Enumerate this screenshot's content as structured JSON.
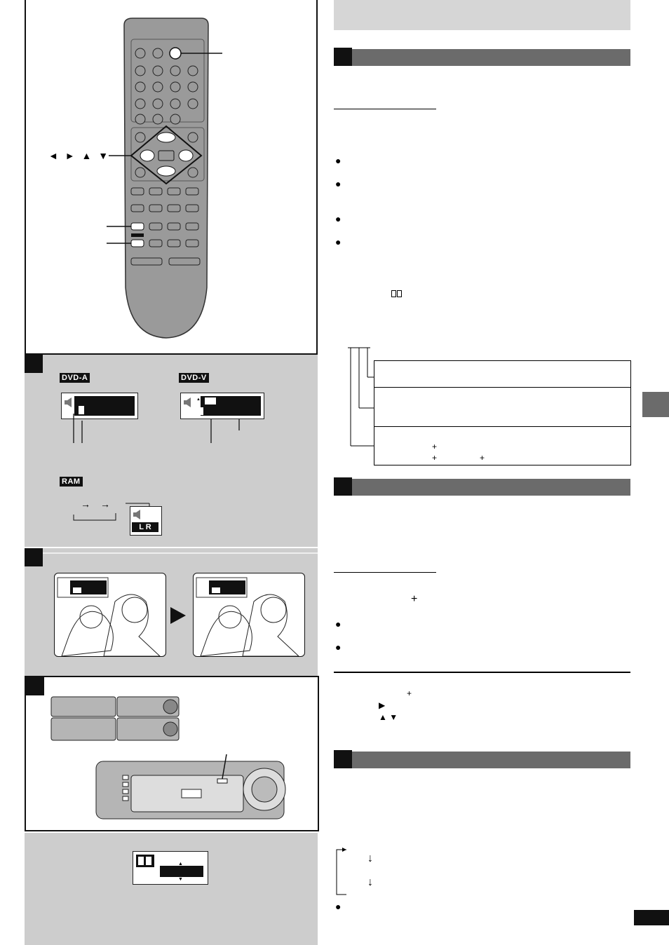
{
  "tags": {
    "dvd_audio": "DVD-A",
    "dvd_video": "DVD-V",
    "ram": "RAM"
  },
  "remote": {
    "arrow_keys_label": "◄ ► ▲ ▼"
  },
  "display": {
    "lr_indicator": "L R",
    "dolby_symbol": "ꟷꟷ"
  },
  "right_column": {
    "dolby_inline_symbol": "DD",
    "arrow_play_symbol": "▶",
    "arrow_up_down_symbol": "▲ ▼",
    "plus_symbol": "+",
    "down_arrow_symbol": "↓"
  },
  "colors": {
    "section_bar": "#6b6b6b",
    "panel_gray": "#cdcdcd",
    "remote_body": "#9a9a9a",
    "header_box": "#d6d6d6"
  }
}
